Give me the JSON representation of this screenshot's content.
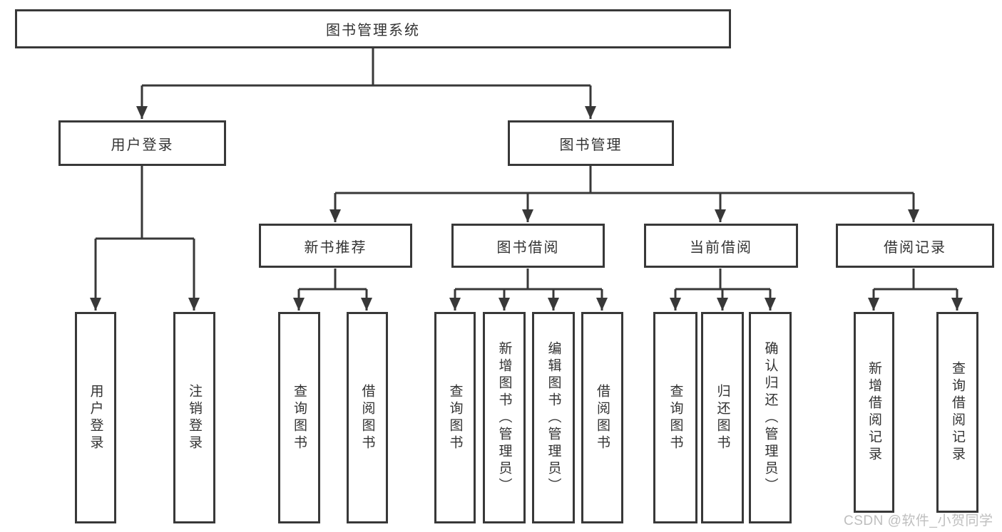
{
  "diagram": {
    "root": {
      "label": "图书管理系统"
    },
    "level1": [
      {
        "label": "用户登录"
      },
      {
        "label": "图书管理"
      }
    ],
    "level2": [
      {
        "label": "新书推荐"
      },
      {
        "label": "图书借阅"
      },
      {
        "label": "当前借阅"
      },
      {
        "label": "借阅记录"
      }
    ],
    "leaves": {
      "user_login": [
        "用户登录",
        "注销登录"
      ],
      "new_books": [
        "查询图书",
        "借阅图书"
      ],
      "book_borrow": [
        "查询图书",
        "新增图书（管理员）",
        "编辑图书（管理员）",
        "借阅图书"
      ],
      "current_borrow": [
        "查询图书",
        "归还图书",
        "确认归还（管理员）"
      ],
      "borrow_records": [
        "新增借阅记录",
        "查询借阅记录"
      ]
    },
    "colors": {
      "line": "#383838",
      "text": "#333333",
      "watermark": "#b8b8b8"
    },
    "watermark": "CSDN @软件_小贺同学"
  }
}
